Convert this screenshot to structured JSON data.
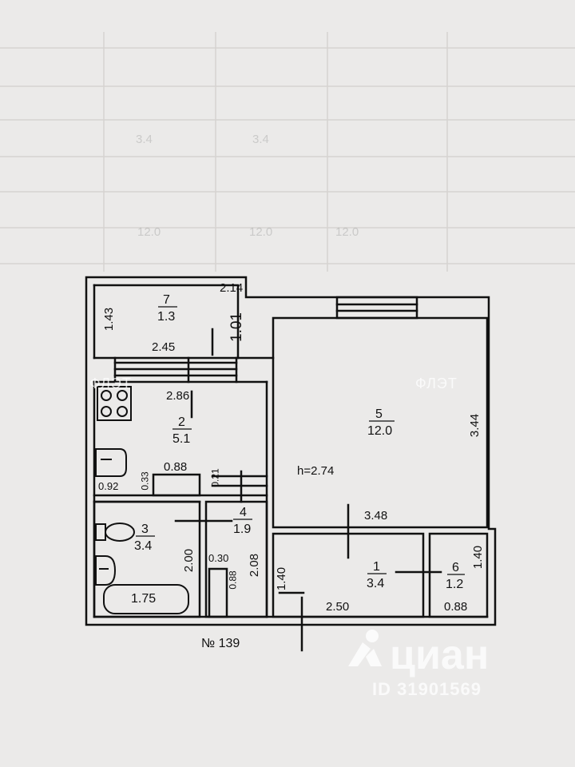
{
  "plan_number": "№ 139",
  "ceiling_height": "h=2.74",
  "rooms": [
    {
      "id": "1",
      "area": "3.4"
    },
    {
      "id": "2",
      "area": "5.1"
    },
    {
      "id": "3",
      "area": "3.4"
    },
    {
      "id": "4",
      "area": "1.9"
    },
    {
      "id": "5",
      "area": "12.0"
    },
    {
      "id": "6",
      "area": "1.2"
    },
    {
      "id": "7",
      "area": "1.3"
    }
  ],
  "dimensions": {
    "d_214": "2.14",
    "d_143": "1.43",
    "d_101": "1.01",
    "d_245": "2.45",
    "d_286": "2.86",
    "d_344": "3.44",
    "d_088a": "0.88",
    "d_033": "0.33",
    "d_092": "0.92",
    "d_021": "0.21",
    "d_348": "3.48",
    "d_200": "2.00",
    "d_208": "2.08",
    "d_030": "0.30",
    "d_088b": "0.88",
    "d_140a": "1.40",
    "d_250": "2.50",
    "d_140b": "1.40",
    "d_088c": "0.88",
    "d_175": "1.75"
  },
  "watermark": {
    "brand": "циан",
    "id_text": "ID 31901569",
    "top_marks": [
      "ФЛЭТ",
      "ФЛЭТ"
    ]
  },
  "colors": {
    "paper": "#ebeae9",
    "ink": "#111111",
    "watermark": "#ffffff"
  }
}
